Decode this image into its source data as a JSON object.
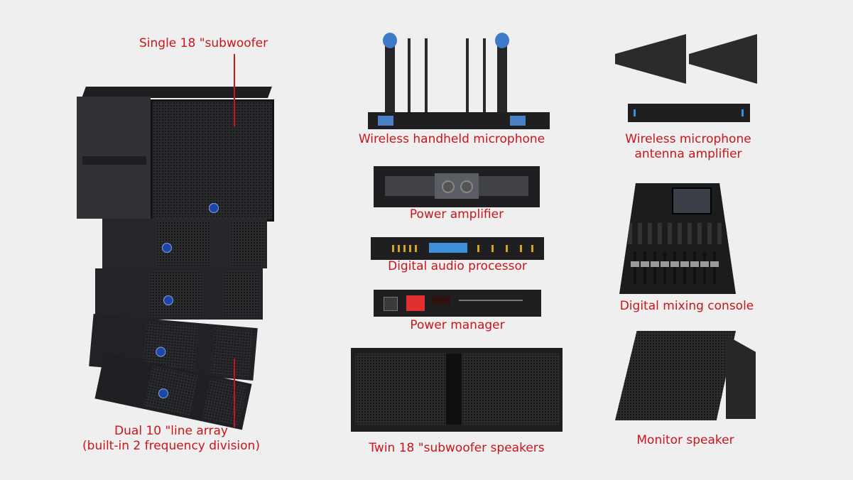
{
  "labels": {
    "single_sub": "Single 18 \"subwoofer",
    "line_array_1": "Dual 10 \"line array",
    "line_array_2": "(built-in 2 frequency division)",
    "wireless_mic": "Wireless handheld microphone",
    "power_amp": "Power amplifier",
    "audio_processor": "Digital audio processor",
    "power_manager": "Power manager",
    "twin_sub": "Twin 18 \"subwoofer speakers",
    "antenna_amp_1": "Wireless microphone",
    "antenna_amp_2": "antenna amplifier",
    "mixing_console": "Digital mixing console",
    "monitor_speaker": "Monitor speaker"
  },
  "colors": {
    "background": "#efefef",
    "label": "#c9151b",
    "equipment": "#1f1f21",
    "accent_blue": "#1e46a8"
  }
}
